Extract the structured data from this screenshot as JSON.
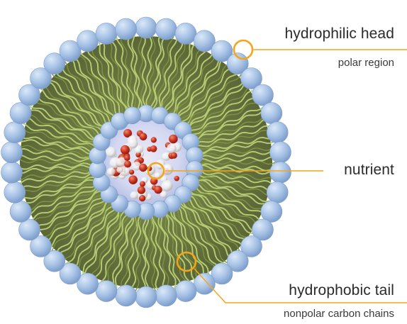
{
  "labels": {
    "head": "hydrophilic head",
    "head_sub": "polar region",
    "nutrient": "nutrient",
    "tail": "hydrophobic tail",
    "tail_sub": "nonpolar carbon chains"
  },
  "colors": {
    "head_sphere": "#a9c4e6",
    "head_sphere_dark": "#7f9fcc",
    "tail": "#b6cc74",
    "tail_dark": "#7f9443",
    "core": "#d8dcf3",
    "nutrient_red": "#c8321f",
    "bubble": "#f3f3f3",
    "callout": "#f3a61c"
  },
  "icons": {
    "head_marker": "ring-marker-icon",
    "nutrient_marker": "ring-marker-icon",
    "tail_marker": "ring-marker-icon"
  }
}
